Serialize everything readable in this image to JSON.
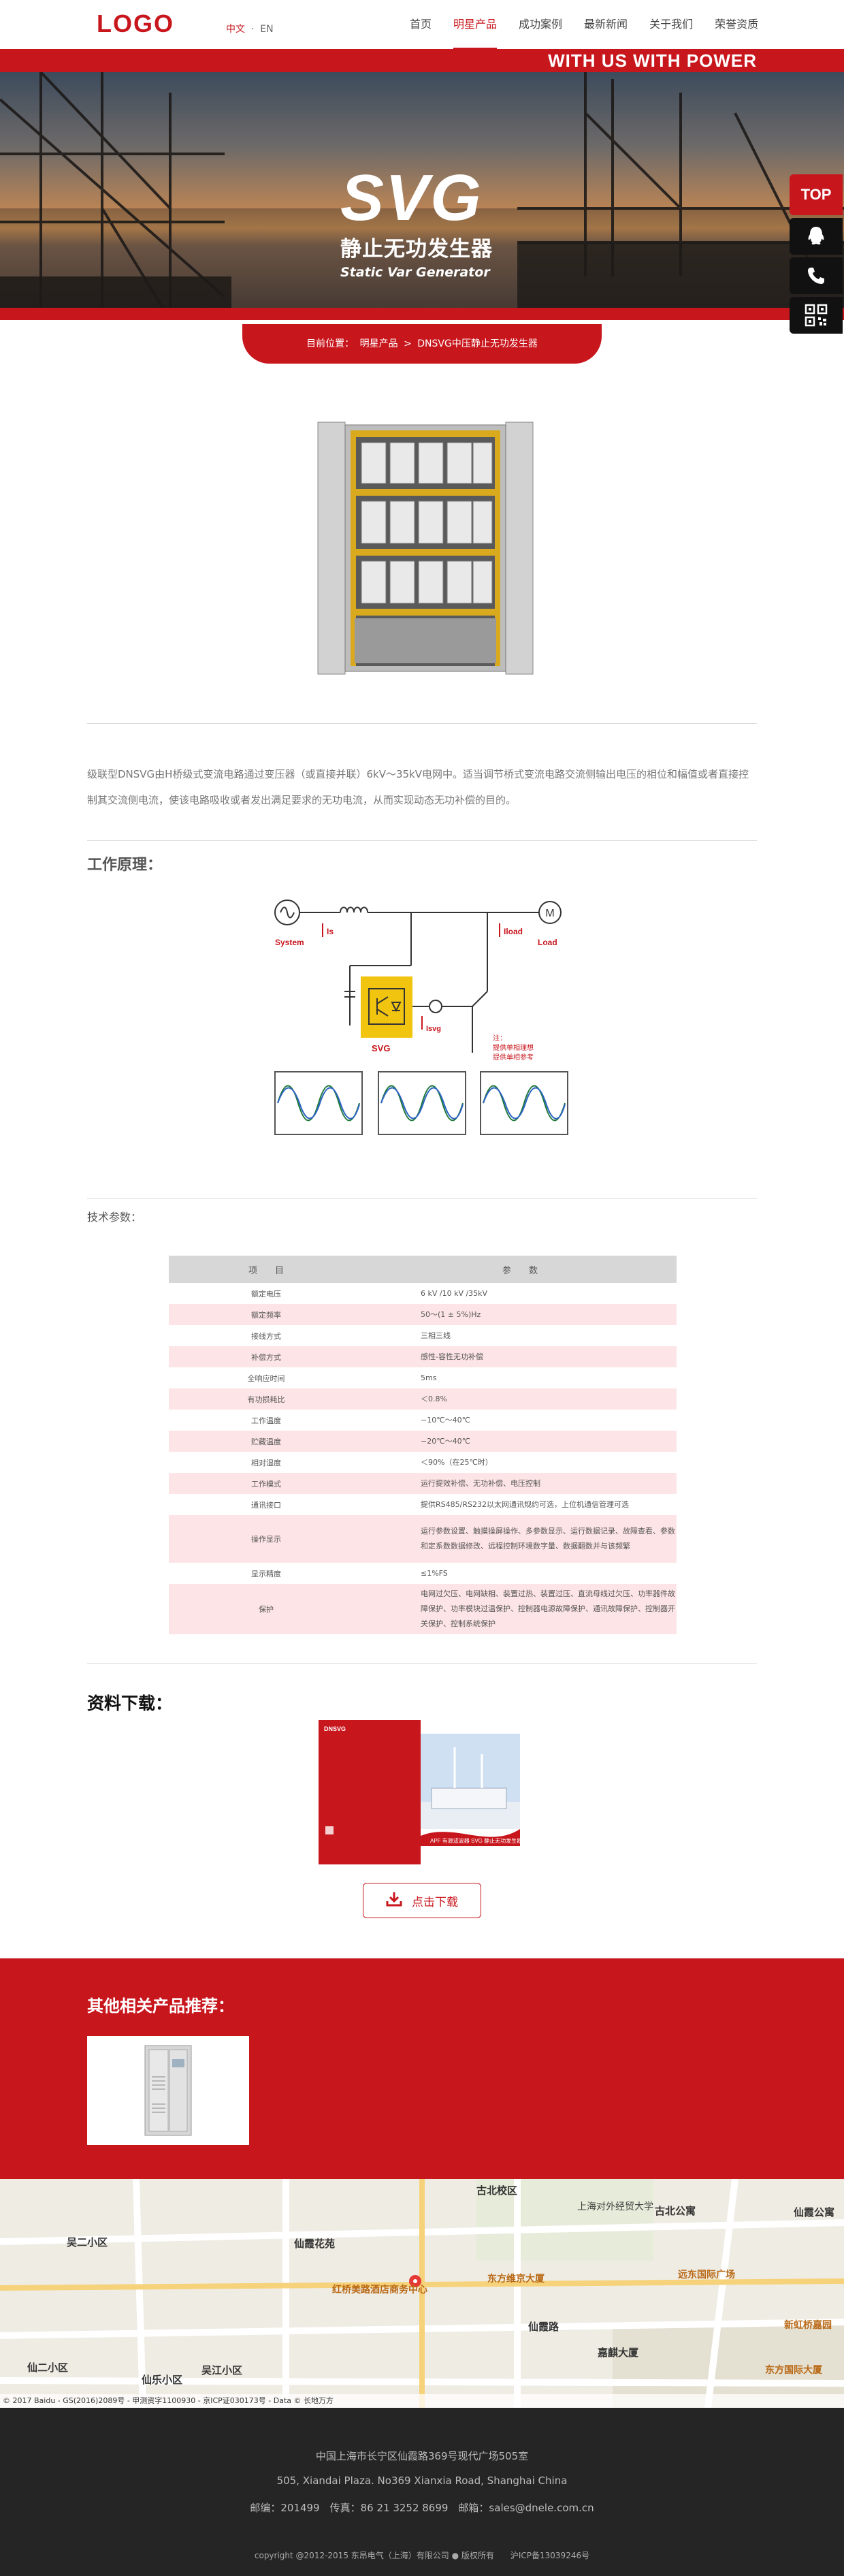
{
  "header": {
    "logo": "LOGO",
    "lang_cn": "中文",
    "lang_en": "EN",
    "nav": [
      "首页",
      "明星产品",
      "成功案例",
      "最新新闻",
      "关于我们",
      "荣誉资质"
    ]
  },
  "banner": {
    "slogan": "WITH US WITH POWER",
    "svg": "SVG",
    "cn_title": "静止无功发生器",
    "en_title": "Static Var Generator"
  },
  "breadcrumb": {
    "label": "目前位置：",
    "level1": "明星产品",
    "sep": ">",
    "current": "DNSVG中压静止无功发生器"
  },
  "side": {
    "top_label": "TOP",
    "icons": [
      "qq-icon",
      "phone-icon",
      "qr-code-icon"
    ]
  },
  "intro": "级联型DNSVG由H桥级式变流电路通过变压器（或直接并联）6kV～35kV电网中。适当调节桥式变流电路交流侧输出电压的相位和幅值或者直接控制其交流侧电流，使该电路吸收或者发出满足要求的无功电流，从而实现动态无功补偿的目的。",
  "principle": {
    "title": "工作原理：",
    "labels": {
      "system": "System",
      "load": "Load",
      "is": "Is",
      "iload": "Iload",
      "isvg": "Isvg",
      "svg": "SVG",
      "motor": "M",
      "note1": "注：",
      "note2": "提供单相理想",
      "note3": "提供单相参考"
    }
  },
  "spec": {
    "title": "技术参数：",
    "headers": [
      "项　　目",
      "参　　数"
    ],
    "rows": [
      [
        "额定电压",
        "6 kV /10 kV /35kV"
      ],
      [
        "额定频率",
        "50～(1 ± 5%)Hz"
      ],
      [
        "接线方式",
        "三相三线"
      ],
      [
        "补偿方式",
        "感性-容性无功补偿"
      ],
      [
        "全响应时间",
        "5ms"
      ],
      [
        "有功损耗比",
        "＜0.8%"
      ],
      [
        "工作温度",
        "−10℃～40℃"
      ],
      [
        "贮藏温度",
        "−20℃～40℃"
      ],
      [
        "相对湿度",
        "＜90%（在25℃时）"
      ],
      [
        "工作模式",
        "运行提效补偿、无功补偿、电压控制"
      ],
      [
        "通讯接口",
        "提供RS485/RS232以太网通讯规约可选，上位机通信管理可选"
      ],
      [
        "操作显示",
        "运行参数设置、触摸操屏操作、多参数显示、运行数据记录、故障查看、参数和定系数数据修改、远程控制环境数字量、数据翻数并与该频繁"
      ],
      [
        "显示精度",
        "≤1%FS"
      ],
      [
        "保护",
        "电网过欠压、电网缺相、装置过热、装置过压、直流母线过欠压、功率器件故障保护、功率模块过温保护、控制器电源故障保护、通讯故障保护、控制器开关保护、控制系统保护"
      ]
    ]
  },
  "download": {
    "title": "资料下载：",
    "button": "点击下载",
    "brochure_brand": "DNSVG",
    "brochure_caption1": "APF 有源滤波器",
    "brochure_caption2": "SVG 静止无功发生器"
  },
  "related": {
    "title": "其他相关产品推荐："
  },
  "map": {
    "labels": [
      "古北校区",
      "上海对外经贸大学",
      "古北公寓",
      "仙霞公寓",
      "吴二小区",
      "仙霞花苑",
      "东方维京大厦",
      "红桥美路酒店商务中心",
      "仙霞路",
      "远东国际广场",
      "新虹桥嘉园",
      "嘉麒大厦",
      "东方国际大厦",
      "仙二小区",
      "吴江小区",
      "仙乐小区"
    ],
    "copyright": "© 2017 Baidu - GS(2016)2089号 - 甲测资字1100930 - 京ICP证030173号 - Data © 长地万方"
  },
  "footer": {
    "address_cn": "中国上海市长宁区仙霞路369号现代广场505室",
    "address_en": "505, Xiandai Plaza. No369 Xianxia Road, Shanghai China",
    "contact": "邮编：201499　传真：86 21 3252 8699　邮箱：sales@dnele.com.cn",
    "copyright": "copyright @2012-2015 东昂电气（上海）有限公司 ● 版权所有　　沪ICP备13039246号"
  }
}
